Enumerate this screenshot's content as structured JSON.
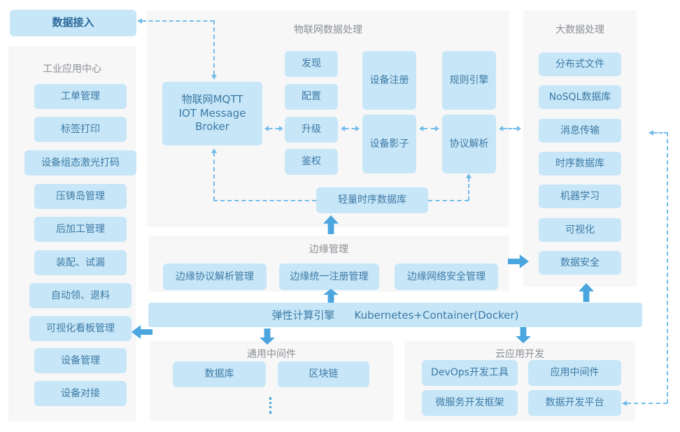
{
  "data_access": {
    "label": "数据接入"
  },
  "industrial_center": {
    "title": "工业应用中心",
    "items": [
      "工单管理",
      "标签打印",
      "设备组态激光打码",
      "压铸岛管理",
      "后加工管理",
      "装配、试漏",
      "自动领、退料",
      "可视化看板管理",
      "设备管理",
      "设备对接"
    ]
  },
  "iot_panel": {
    "title": "物联网数据处理",
    "broker_lines": [
      "物联网MQTT",
      "IOT Message",
      "Broker"
    ],
    "pipeline": [
      "发现",
      "配置",
      "升级",
      "鉴权"
    ],
    "device_registry": "设备注册",
    "device_shadow": "设备影子",
    "rule_engine": "规则引擎",
    "protocol_parse": "协议解析",
    "tsdb": "轻量时序数据库"
  },
  "bigdata_panel": {
    "title": "大数据处理",
    "items": [
      "分布式文件",
      "NoSQL数据库",
      "消息传输",
      "时序数据库",
      "机器学习",
      "可视化",
      "数据安全"
    ]
  },
  "edge_panel": {
    "title": "边缘管理",
    "items": [
      "边缘协议解析管理",
      "边缘统一注册管理",
      "边缘网络安全管理"
    ]
  },
  "compute_bar": {
    "engine": "弹性计算引擎",
    "stack": "Kubernetes+Container(Docker)"
  },
  "middleware_panel": {
    "title": "通用中间件",
    "items": [
      "数据库",
      "区块链"
    ]
  },
  "cloud_panel": {
    "title": "云应用开发",
    "items": [
      "DevOps开发工具",
      "应用中间件",
      "微服务开发框架",
      "数据开发平台"
    ]
  },
  "colors": {
    "box_fill": "#c7e6f8",
    "box_text": "#3c7aa5",
    "panel_bg": "#f7f7f8",
    "title_text": "#8b8f93",
    "solid_arrow": "#4ba5de",
    "dashed_line": "#74bde9",
    "accent_text": "#2b689a"
  }
}
